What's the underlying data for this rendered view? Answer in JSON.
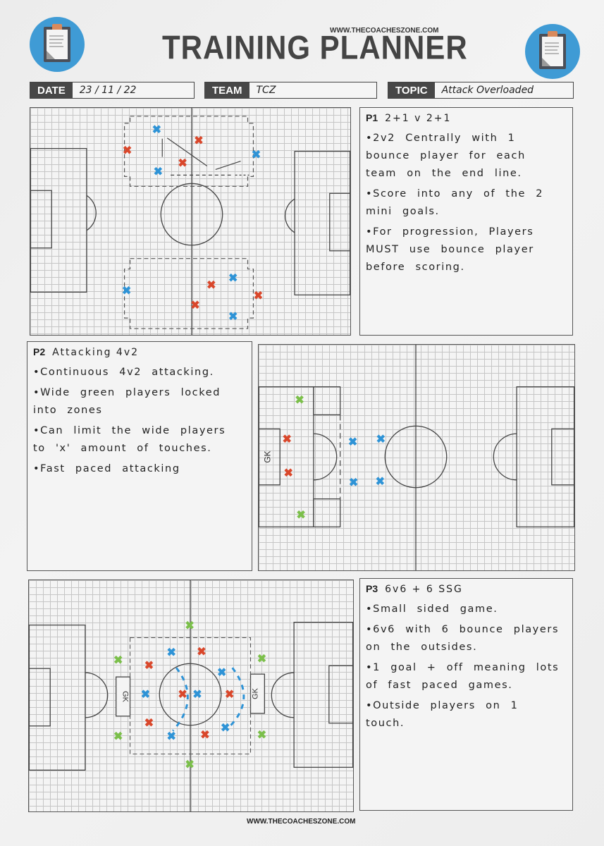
{
  "header": {
    "title": "TRAINING PLANNER",
    "website": "WWW.THECOACHESZONE.COM",
    "logo_icon": "clipboard-icon",
    "fields": {
      "date_label": "DATE",
      "date_value": "23 / 11 / 22",
      "team_label": "TEAM",
      "team_value": "TCZ",
      "topic_label": "TOPIC",
      "topic_value": "Attack Overloaded"
    }
  },
  "colors": {
    "logo_blue": "#3f9bd5",
    "label_bg": "#474747",
    "red_team": "#d9472b",
    "blue_team": "#2e93d6",
    "green_team": "#7bbf4a",
    "pitch_lines": "#444444"
  },
  "practices": [
    {
      "id": "P1",
      "title": "2+1 v 2+1",
      "notes": [
        "2v2 Centrally with 1 bounce player for each team on the end line.",
        "Score into any of the 2 mini goals.",
        "For progression, Players MUST use bounce player before scoring."
      ],
      "diagram": {
        "zones": 2,
        "blue_players": 6,
        "red_players": 6,
        "arrows": "passing and dribbling movements in top zone"
      }
    },
    {
      "id": "P2",
      "title": "Attacking 4v2",
      "notes": [
        "Continuous 4v2 attacking.",
        "Wide green players locked into zones",
        "Can limit the wide players to 'x' amount of touches.",
        "Fast paced attacking"
      ],
      "diagram": {
        "gk_label": "GK",
        "blue_players": 4,
        "red_players": 2,
        "green_players": 2
      }
    },
    {
      "id": "P3",
      "title": "6v6 + 6 SSG",
      "notes": [
        "Small sided game.",
        "6v6 with 6 bounce players on the outsides.",
        "1 goal + off meaning lots of fast paced games.",
        "Outside players on 1 touch."
      ],
      "diagram": {
        "gk_left": "GK",
        "gk_right": "GK",
        "blue_players": 6,
        "red_players": 6,
        "green_players": 6
      }
    }
  ],
  "footer": {
    "website": "WWW.THECOACHESZONE.COM"
  }
}
